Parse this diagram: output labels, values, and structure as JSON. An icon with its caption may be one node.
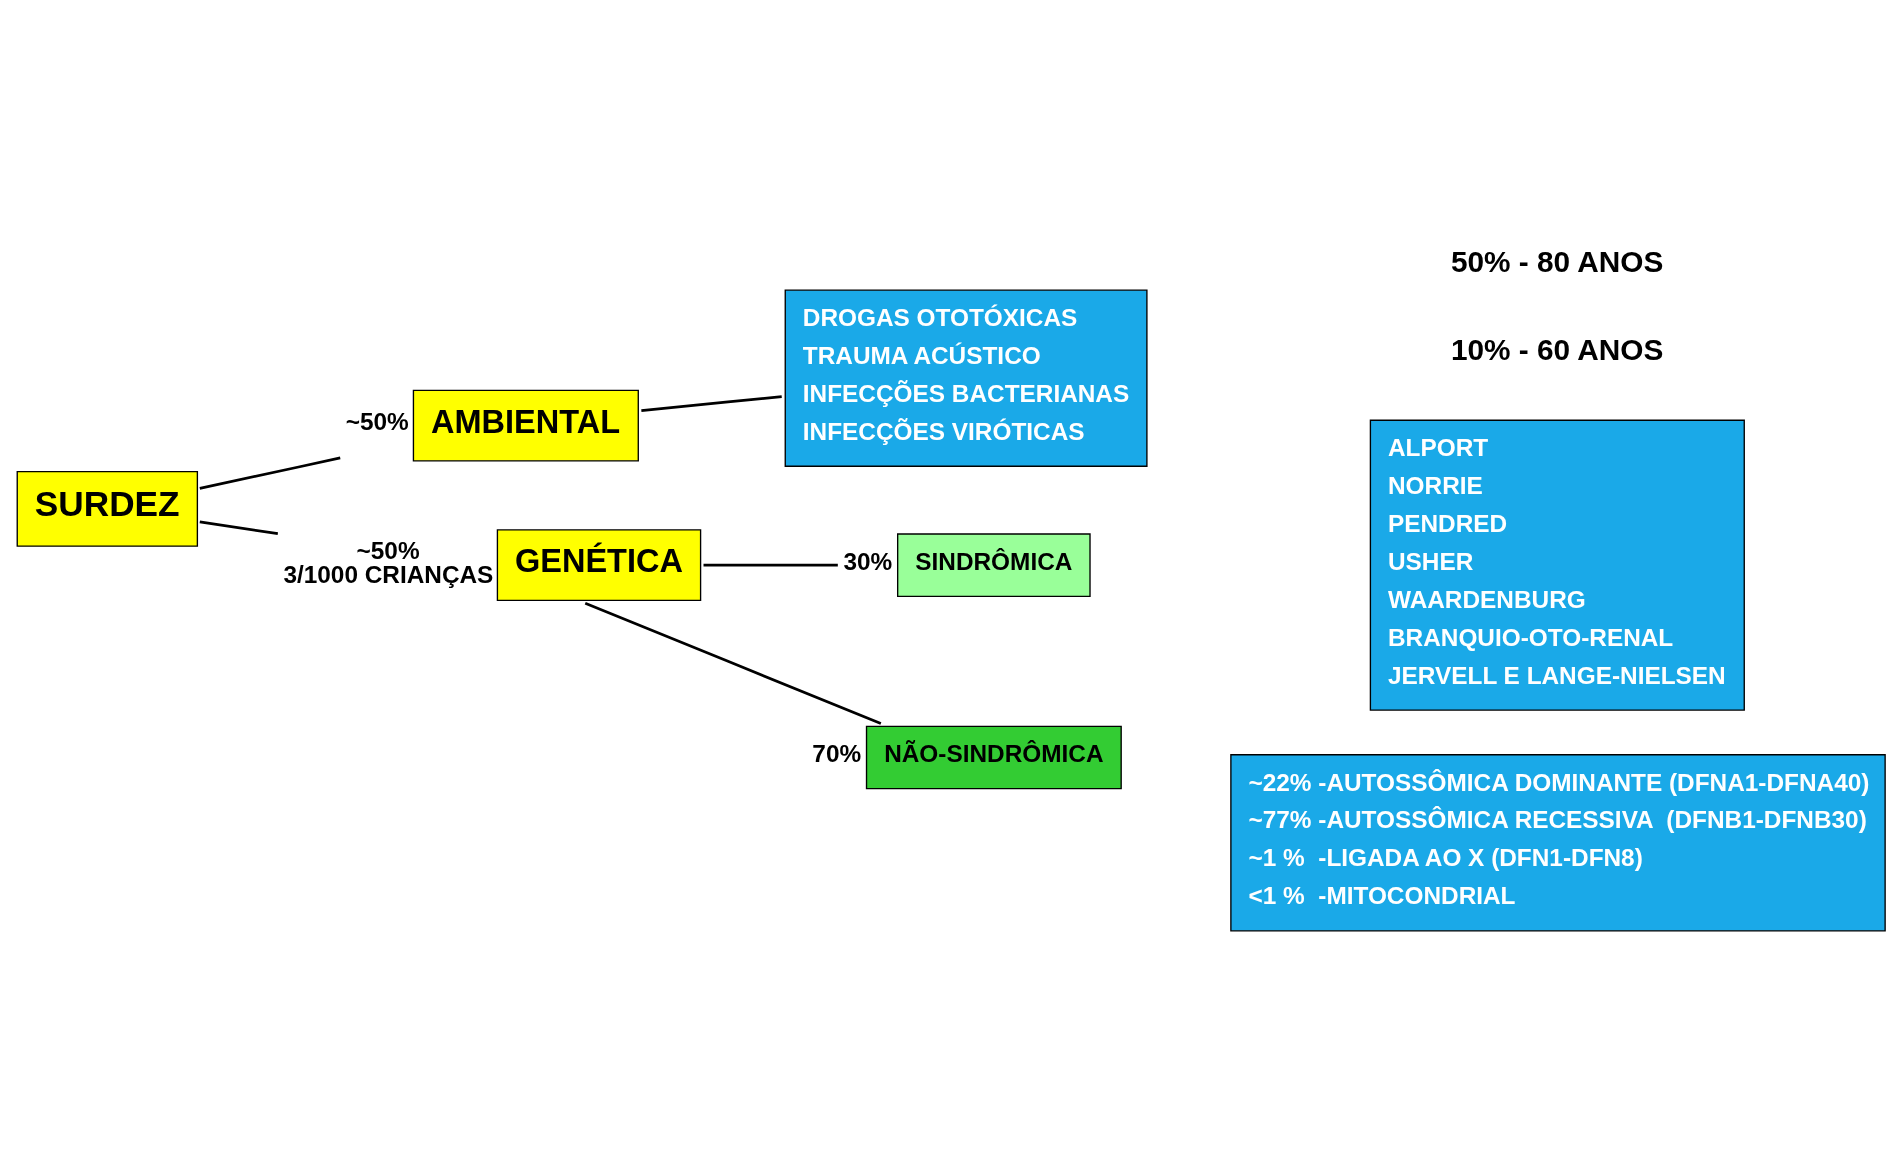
{
  "diagram": {
    "nodes": [
      {
        "text": [
          "SURDEZ"
        ]
      },
      {
        "text": [
          "AMBIENTAL"
        ],
        "beside": [
          "~50%"
        ]
      },
      {
        "text": [
          "GENÉTICA"
        ],
        "beside": [
          "~50%",
          "3/1000 CRIANÇAS"
        ]
      },
      {
        "text": [
          "DROGAS OTOTÓXICAS",
          "TRAUMA ACÚSTICO",
          "INFECÇÕES BACTERIANAS",
          "INFECÇÕES VIRÓTICAS"
        ]
      },
      {
        "text": [
          "SINDRÔMICA"
        ],
        "beside": [
          "30%"
        ]
      },
      {
        "text": [
          "ALPORT",
          "NORRIE",
          "PENDRED",
          "USHER",
          "WAARDENBURG",
          "BRANQUIO-OTO-RENAL",
          "JERVELL E LANGE-NIELSEN"
        ]
      },
      {
        "text": [
          "NÃO-SINDRÔMICA"
        ],
        "beside": [
          "70%"
        ]
      },
      {
        "text": [
          "~22% -AUTOSSÔMICA DOMINANTE (DFNA1-DFNA40)",
          "~77% -AUTOSSÔMICA RECESSIVA  (DFNB1-DFNB30)",
          "~1 %  -LIGADA AO X (DFN1-DFN8)",
          "<1 %  -MITOCONDRIAL"
        ]
      }
    ],
    "edges": [
      {
        "from": 0,
        "to": 1,
        "arrow": "none"
      },
      {
        "from": 0,
        "to": 2,
        "arrow": "none"
      },
      {
        "from": 1,
        "to": 3,
        "arrow": "none"
      },
      {
        "from": 2,
        "to": 4,
        "arrow": "none"
      },
      {
        "from": 2,
        "to": 6,
        "arrow": "none"
      }
    ],
    "labels": [
      "10% - 60 ANOS",
      "50% - 80 ANOS"
    ]
  }
}
